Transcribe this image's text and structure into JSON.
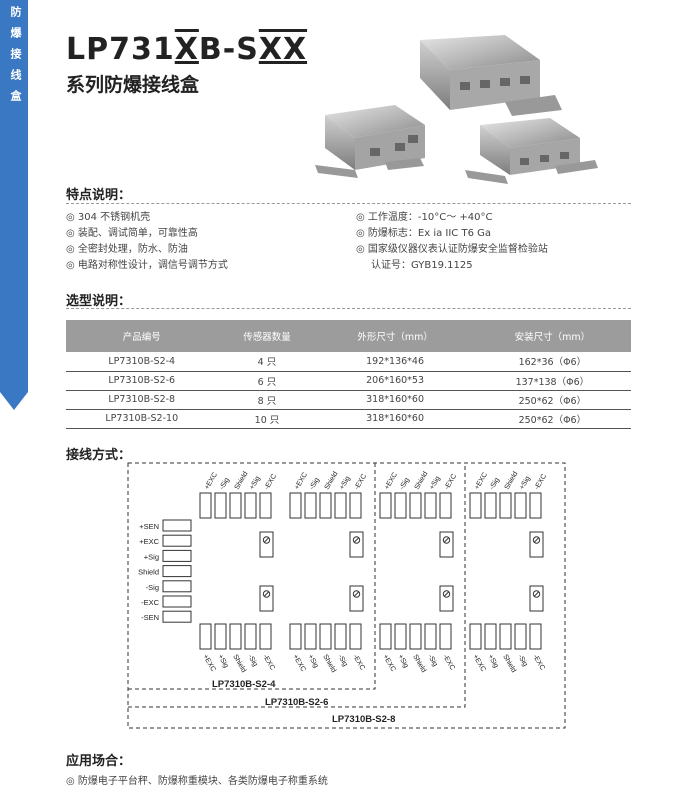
{
  "side_tab": "防爆接线盒",
  "title": {
    "model_prefix": "LP731",
    "model_x": "X",
    "model_mid": "B-S",
    "model_xx": "XX",
    "subtitle": "系列防爆接线盒"
  },
  "features": {
    "heading": "特点说明：",
    "left": [
      "◎ 304 不锈钢机壳",
      "◎ 装配、调试简单，可靠性高",
      "◎ 全密封处理，防水、防油",
      "◎ 电路对称性设计，调信号调节方式"
    ],
    "right": [
      "◎ 工作温度：-10°C～ +40°C",
      "◎ 防爆标志：Ex ia IIC T6 Ga",
      "◎ 国家级仪器仪表认证防爆安全监督检验站",
      "认证号：GYB19.1125"
    ]
  },
  "selection": {
    "heading": "选型说明：",
    "columns": [
      "产品编号",
      "传感器数量",
      "外形尺寸（mm）",
      "安装尺寸（mm）"
    ],
    "rows": [
      [
        "LP7310B-S2-4",
        "4 只",
        "192*136*46",
        "162*36（Φ6）"
      ],
      [
        "LP7310B-S2-6",
        "6 只",
        "206*160*53",
        "137*138（Φ6）"
      ],
      [
        "LP7310B-S2-8",
        "8 只",
        "318*160*60",
        "250*62（Φ6）"
      ],
      [
        "LP7310B-S2-10",
        "10 只",
        "318*160*60",
        "250*62（Φ6）"
      ]
    ]
  },
  "wiring": {
    "heading": "接线方式：",
    "left_labels": [
      "+SEN",
      "+EXC",
      "+Sig",
      "Shield",
      "-Sig",
      "-EXC",
      "-SEN"
    ],
    "terminal_labels": [
      "+EXC",
      "-Sig",
      "Shield",
      "+Sig",
      "-EXC"
    ],
    "bottom_labels": [
      "+EXC",
      "+Sig",
      "Shield",
      "-Sig",
      "-EXC"
    ],
    "boundary_labels": [
      "LP7310B-S2-4",
      "LP7310B-S2-6",
      "LP7310B-S2-8"
    ]
  },
  "application": {
    "heading": "应用场合：",
    "text": "◎ 防爆电子平台秤、防爆称重模块、各类防爆电子称重系统"
  }
}
